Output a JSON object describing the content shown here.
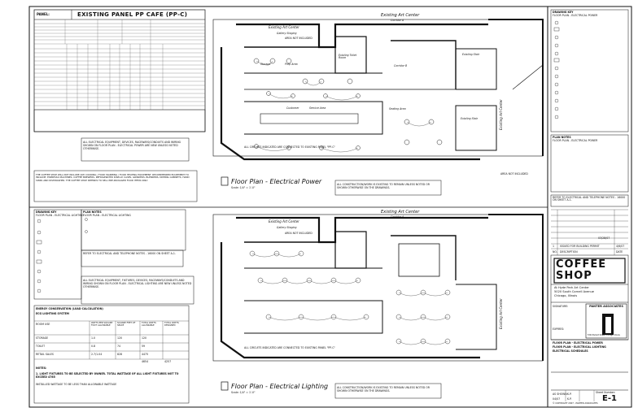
{
  "panel": {
    "panel_label": "PANEL:",
    "title": "EXISTING PANEL PP CAFE (PP-C)"
  },
  "top_plan": {
    "building": "Existing Art Center",
    "corridor": "Corridor A",
    "gallery": "Gallery Staging",
    "area_not_included": "AREA NOT INCLUDED",
    "storage": "Storage",
    "prep_area": "Prep Area",
    "existing_toilet": "Existing Toilet Room",
    "existing_stair": "Existing Stair",
    "corridor_b": "Corridor B",
    "customer": "Customer",
    "service_area": "Service Area",
    "seating_area": "Seating Area",
    "existing_stair_2": "Existing Stair",
    "art_center_side": "Existing Art Center",
    "notice": "ALL ELECTRICAL EQUIPMENT, DEVICES, RACEWAYS/CONDUITS AND WIRING SHOWN ON FLOOR PLAN - ELECTRICAL POWER ARE NEW UNLESS NOTED OTHERWISE.",
    "circuit_note": "ALL CIRCUITS INDICATED ARE CONNECTED TO EXISTING PANEL \"PP-C\"",
    "caption": "Floor Plan - Electrical Power",
    "scale": "Scale: 1/4\" = 1'-0\"",
    "construction_note": "ALL CONSTRUCTION/WORK IS EXISTING TO REMAIN UNLESS NOTED OR SHOWN OTHERWISE ON THE DRAWINGS.",
    "area_not_included_2": "AREA NOT INCLUDED"
  },
  "bottom_plan": {
    "building": "Existing Art Center",
    "corridor": "Corridor A",
    "gallery": "Gallery Staging",
    "area_not_included": "AREA NOT INCLUDED",
    "art_center_side": "Existing Art Center",
    "notice": "ALL ELECTRICAL EQUIPMENT, FIXTURES, DEVICES, RACEWAYS/CONDUITS AND WIRING SHOWN ON FLOOR PLAN - ELECTRICAL LIGHTING ARE NEW UNLESS NOTED OTHERWISE.",
    "circuit_note": "ALL CIRCUITS INDICATED ARE CONNECTED TO EXISTING PANEL \"PP-C\"",
    "caption": "Floor Plan - Electrical Lighting",
    "scale": "Scale: 1/4\" = 1'-0\"",
    "construction_note": "ALL CONSTRUCTION/WORK IS EXISTING TO REMAIN UNLESS NOTED OR SHOWN OTHERWISE ON THE DRAWINGS.",
    "refer_note": "REFER TO ELECTRICAL AND TELEPHONE NOTES - 16000 ON SHEET A-1."
  },
  "legend_power": {
    "title": "DRAWING KEY",
    "subtitle": "FLOOR PLAN - ELECTRICAL POWER",
    "plan_notes": "PLAN NOTES",
    "plan_notes_sub": "FLOOR PLAN - ELECTRICAL POWER"
  },
  "legend_lighting": {
    "title": "DRAWING KEY",
    "subtitle": "FLOOR PLAN - ELECTRICAL LIGHTING",
    "plan_notes": "PLAN NOTES",
    "plan_notes_sub": "FLOOR PLAN - ELECTRICAL LIGHTING"
  },
  "energy": {
    "title": "ENERGY CONSERVATION (LOAD CALCULATION)",
    "subtitle": "ECG LIGHTING SYSTEM",
    "rows": [
      {
        "room": "ROOM USE",
        "a": "WATTS PER SQUARE FOOT ALLOWABLE",
        "b": "SQUARE FEET OF SPACE",
        "c": "TOTAL WATTS ALLOWABLE",
        "d": "TOTAL WATTS DESIGNED"
      },
      {
        "room": "STORAGE",
        "a": "1.0",
        "b": "120",
        "c": "120",
        "d": ""
      },
      {
        "room": "TOILET",
        "a": "0.8",
        "b": "74",
        "c": "59",
        "d": ""
      },
      {
        "room": "RETAIL SALES",
        "a": "2.7/1.04",
        "b": "828",
        "c": "4475",
        "d": ""
      },
      {
        "room": "",
        "a": "",
        "b": "",
        "c": "4654",
        "d": "4257"
      }
    ],
    "notes_label": "NOTES:",
    "note1": "1. LIGHT FIXTURES TO BE SELECTED BY OWNER. TOTAL WATTAGE OF ALL LIGHT FIXTURES NOT TO EXCEED 4765",
    "note2": "INSTALLED WATTAGE TO BE LESS THAN ALLOWABLE WATTAGE"
  },
  "coffee_note": "THE COFFEE SHOP WILL NOT INCLUDE ANY COOKING / FOOD WARMING / FOOD HEATING EQUIPMENT. RECOMMENDED EQUIPMENT TO INCLUDE: ESPRESSO MACHINES, COFFEE BREWERS, REFRIGERATED DISPLAY CASES, GRINDERS, BLENDERS, DIPPING CABINETS, HAND SINKS AND DISHWASHER. THE COFFEE SHOP INTENDS TO SELL PRE-PACKAGED FOOD ITEMS ONLY.",
  "title_block": {
    "logo_line1": "COFFEE",
    "logo_line2": "SHOP",
    "address1": "At Hyde Park Art Center",
    "address2": "5020 South Cornell Avenue",
    "address3": "Chicago, Illinois",
    "firm": "PANTER ASSOCIATES",
    "firm_address": "5304 Bullard Street, Chicago, Illinois",
    "issue_row": "ISSUED FOR BUILDING PERMIT",
    "issue_date": "4/6/07",
    "no_label": "NO.",
    "desc_label": "DESCRIPTION",
    "date_label": "DATE",
    "revision_date": "03/28/07",
    "sheet_title_1": "FLOOR PLAN - ELECTRICAL POWER",
    "sheet_title_2": "FLOOR PLAN - ELECTRICAL LIGHTING",
    "sheet_title_3": "ELECTRICAL SCHEDULES",
    "scale_val": "AS SHOWN",
    "drawn": "K.P.",
    "date_val": "04/07",
    "checked": "K.P.",
    "sheet_number_label": "Sheet Number:",
    "sheet_number": "E-1",
    "copyright": "© COPYRIGHT 2007 - PANTER ASSOCIATES",
    "signature_label": "SIGNATURE:",
    "expires_label": "EXPIRES:"
  },
  "refer_notes_right": "REFER TO ELECTRICAL AND TELEPHONE NOTES - 16000 ON SHEET A-1."
}
